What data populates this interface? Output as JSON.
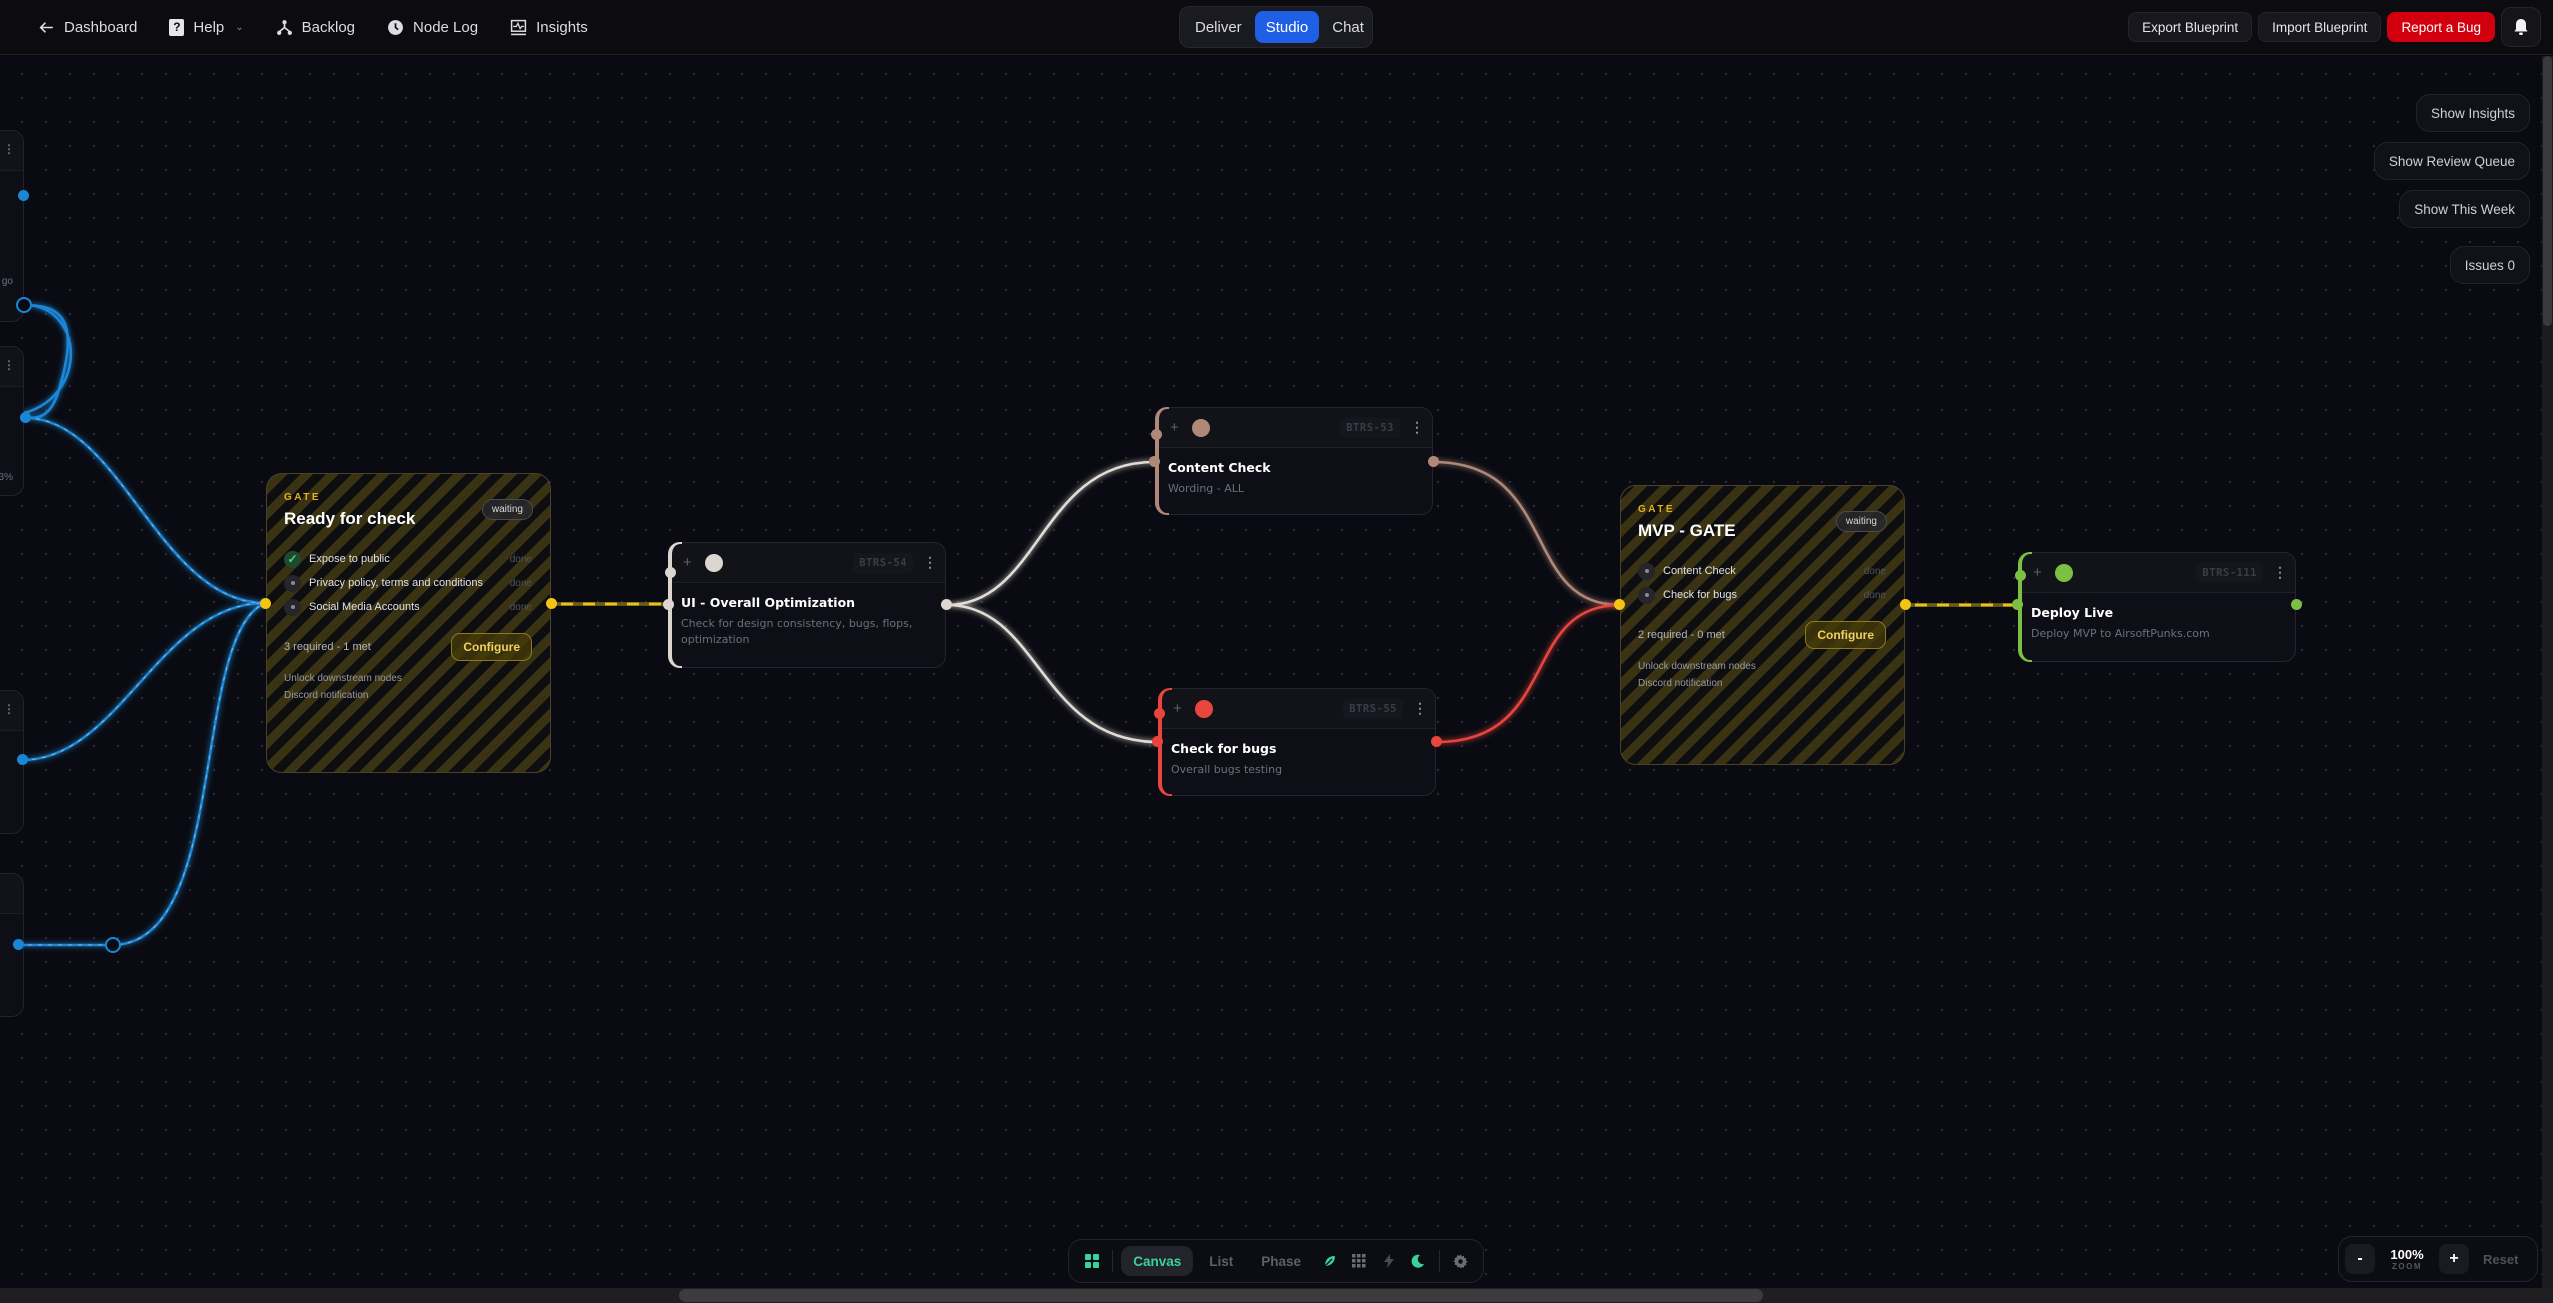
{
  "topbar": {
    "nav": [
      {
        "label": "Dashboard",
        "icon": "arrow-left-icon"
      },
      {
        "label": "Help",
        "icon": "help-icon",
        "has_dropdown": true
      },
      {
        "label": "Backlog",
        "icon": "branch-icon"
      },
      {
        "label": "Node Log",
        "icon": "clock-icon"
      },
      {
        "label": "Insights",
        "icon": "chart-icon"
      }
    ],
    "modes": [
      {
        "label": "Deliver",
        "active": false
      },
      {
        "label": "Studio",
        "active": true
      },
      {
        "label": "Chat",
        "active": false
      }
    ],
    "actions": {
      "export": "Export Blueprint",
      "import": "Import Blueprint",
      "report": "Report a Bug",
      "notifications_icon": "bell-icon"
    }
  },
  "side_panel": {
    "show_insights": "Show Insights",
    "show_review_queue": "Show Review Queue",
    "show_this_week": "Show This Week",
    "issues": "Issues 0"
  },
  "colors": {
    "accent_blue": "#1f5fe6",
    "danger_red": "#d2000f",
    "gate_yellow": "#e3b21a",
    "edge_blue": "#1a87d6",
    "edge_brown": "#b08878",
    "edge_red": "#e8453c",
    "edge_green": "#7cc043",
    "active_green": "#38d39a"
  },
  "gates": {
    "ready": {
      "label": "GATE",
      "title": "Ready for check",
      "status": "waiting",
      "requirements": [
        {
          "text": "Expose to public",
          "state": "done",
          "checked": true
        },
        {
          "text": "Privacy policy, terms and conditions",
          "state": "done",
          "checked": false
        },
        {
          "text": "Social Media Accounts",
          "state": "done",
          "checked": false
        }
      ],
      "summary": "3 required - 1 met",
      "configure": "Configure",
      "actions": [
        "Unlock downstream nodes",
        "Discord notification"
      ]
    },
    "mvp": {
      "label": "GATE",
      "title": "MVP - GATE",
      "status": "waiting",
      "requirements": [
        {
          "text": "Content Check",
          "state": "done",
          "checked": false
        },
        {
          "text": "Check for bugs",
          "state": "done",
          "checked": false
        }
      ],
      "summary": "2 required - 0 met",
      "configure": "Configure",
      "actions": [
        "Unlock downstream nodes",
        "Discord notification"
      ]
    }
  },
  "tasks": {
    "ui": {
      "id": "BTRS-54",
      "title": "UI - Overall Optimization",
      "desc": "Check for design consistency, bugs, flops, optimization",
      "color": "#ddd5cf"
    },
    "content": {
      "id": "BTRS-53",
      "title": "Content Check",
      "desc": "Wording - ALL",
      "color": "#b08878"
    },
    "bugs": {
      "id": "BTRS-55",
      "title": "Check for bugs",
      "desc": "Overall bugs testing",
      "color": "#e8453c"
    },
    "deploy": {
      "id": "BTRS-111",
      "title": "Deploy Live",
      "desc": "Deploy MVP to AirsoftPunks.com",
      "color": "#7cc043"
    }
  },
  "partial_nodes": {
    "top_fragment": "go",
    "middle_fragment": "3%"
  },
  "view_bar": {
    "tabs": [
      {
        "label": "Canvas",
        "active": true
      },
      {
        "label": "List",
        "active": false
      },
      {
        "label": "Phase",
        "active": false
      }
    ],
    "icons": [
      "layout-grid-icon",
      "leaf-icon",
      "dot-grid-icon",
      "lightning-icon",
      "moon-icon",
      "gear-icon"
    ]
  },
  "zoom": {
    "minus": "-",
    "value": "100%",
    "label": "ZOOM",
    "plus": "+",
    "reset": "Reset"
  }
}
